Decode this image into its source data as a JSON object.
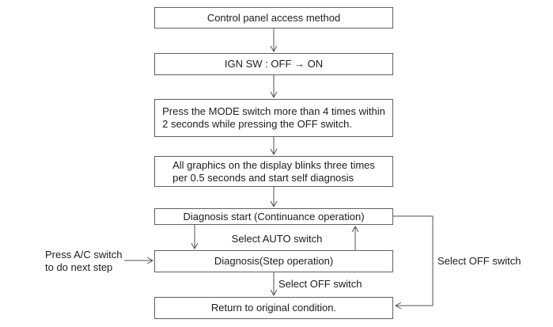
{
  "flowchart": {
    "title": "Control panel access method",
    "boxes": [
      {
        "id": "control-panel-access-method",
        "label": "Control panel access method"
      },
      {
        "id": "ign-sw-off-on",
        "label": "IGN SW : OFF → ON"
      },
      {
        "id": "press-mode-switch",
        "label": "Press the MODE switch more than 4 times within\n2 seconds while pressing the OFF switch."
      },
      {
        "id": "graphics-blink",
        "label": "All graphics on the display blinks three times\nper 0.5 seconds and start self diagnosis"
      },
      {
        "id": "diagnosis-start",
        "label": "Diagnosis start (Continuance operation)"
      },
      {
        "id": "diagnosis-step",
        "label": "Diagnosis(Step operation)"
      },
      {
        "id": "return-original",
        "label": "Return to original condition."
      }
    ],
    "edge_labels": {
      "select_auto": "Select AUTO switch",
      "select_off_to_return": "Select OFF switch",
      "select_off_right_path": "Select OFF switch"
    },
    "side_note": "Press A/C switch\nto do next step",
    "colors": {
      "background": "#ffffff",
      "box_border": "#606060",
      "line": "#525252",
      "text": "#1c1c1c"
    }
  }
}
